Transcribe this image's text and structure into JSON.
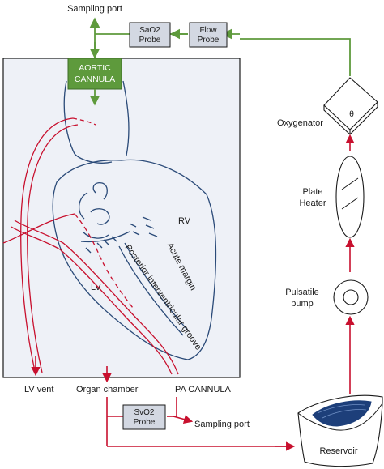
{
  "labels": {
    "sampling_port_top": "Sampling port",
    "sao2_probe_l1": "SaO2",
    "sao2_probe_l2": "Probe",
    "flow_probe_l1": "Flow",
    "flow_probe_l2": "Probe",
    "aortic_cannula_l1": "AORTIC",
    "aortic_cannula_l2": "CANNULA",
    "oxygenator": "Oxygenator",
    "oxygenator_symbol": "θ",
    "plate_heater_l1": "Plate",
    "plate_heater_l2": "Heater",
    "pulsatile_pump_l1": "Pulsatile",
    "pulsatile_pump_l2": "pump",
    "rv": "RV",
    "lv": "LV",
    "acute_margin": "Acute margin",
    "posterior_groove": "Posterior interventricular groove",
    "lv_vent": "LV vent",
    "organ_chamber": "Organ chamber",
    "pa_cannula": "PA CANNULA",
    "svo2_probe_l1": "SvO2",
    "svo2_probe_l2": "Probe",
    "sampling_port_bottom": "Sampling port",
    "reservoir": "Reservoir"
  },
  "colors": {
    "oxygenated_line": "#5e9a3c",
    "venous_line": "#c8102e",
    "heart_outline": "#2a4a78",
    "heart_panel_fill": "#eef1f7",
    "probe_box_fill": "#d3d8e2",
    "cannula_fill": "#5e9a3c",
    "reservoir_blood": "#1d3f7a"
  }
}
